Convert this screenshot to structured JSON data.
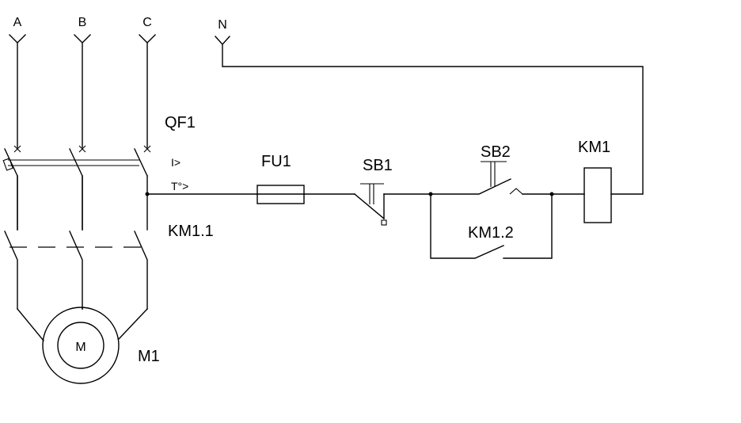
{
  "phases": [
    "A",
    "B",
    "C"
  ],
  "neutral": "N",
  "breaker": {
    "name": "QF1",
    "trip_overcurrent": "I>",
    "trip_thermal": "T°>"
  },
  "contactor_main": "KM1.1",
  "motor": {
    "symbol": "M",
    "name": "M1"
  },
  "fuse": "FU1",
  "stop_button": "SB1",
  "start_button": "SB2",
  "hold_contact": "KM1.2",
  "coil": "KM1"
}
